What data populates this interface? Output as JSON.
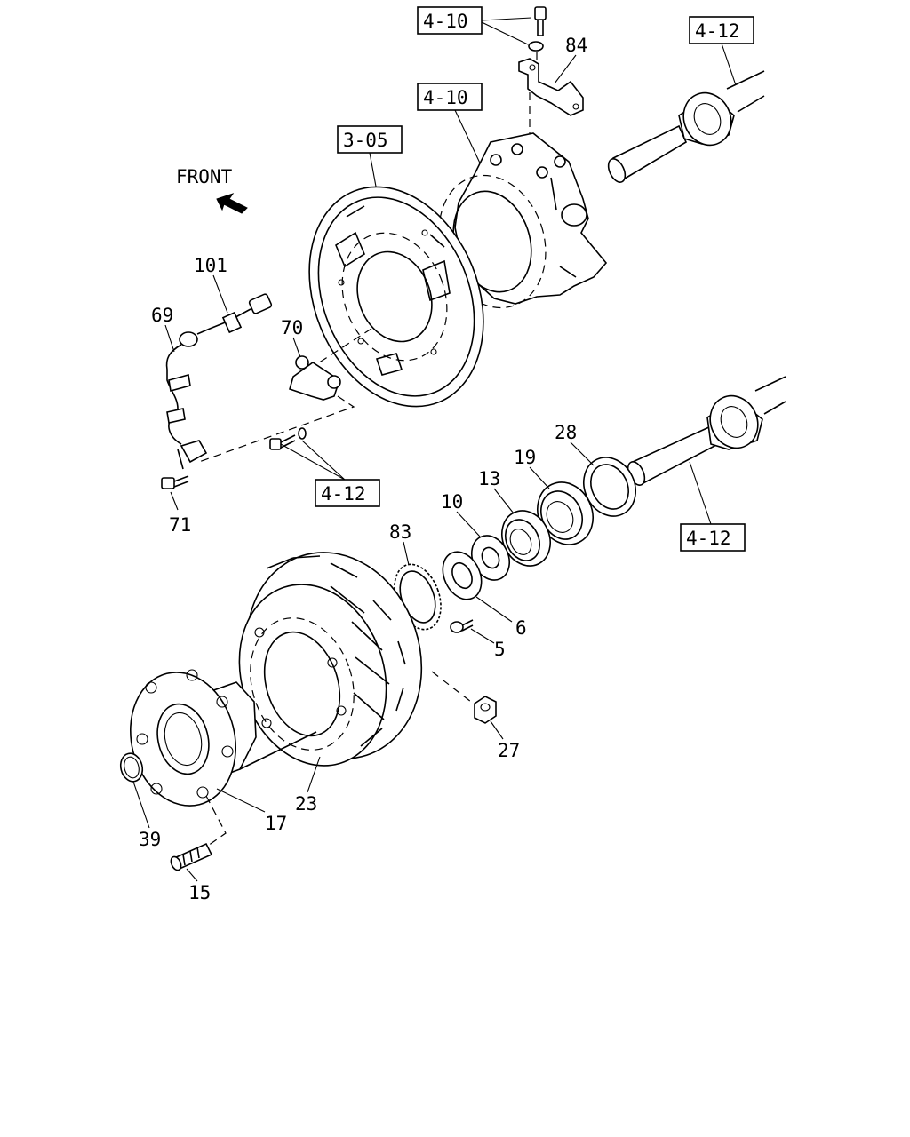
{
  "front_label": "FRONT",
  "ref_tags": {
    "top_left_4_10": "4-10",
    "mid_4_10": "4-10",
    "top_right_4_12": "4-12",
    "backplate_3_05": "3-05",
    "mid_left_4_12": "4-12",
    "mid_right_4_12": "4-12"
  },
  "part_labels": {
    "p84": "84",
    "p101": "101",
    "p69": "69",
    "p70": "70",
    "p71": "71",
    "p28": "28",
    "p19": "19",
    "p13": "13",
    "p10": "10",
    "p83": "83",
    "p6": "6",
    "p5": "5",
    "p27": "27",
    "p23": "23",
    "p17": "17",
    "p39": "39",
    "p15": "15"
  }
}
